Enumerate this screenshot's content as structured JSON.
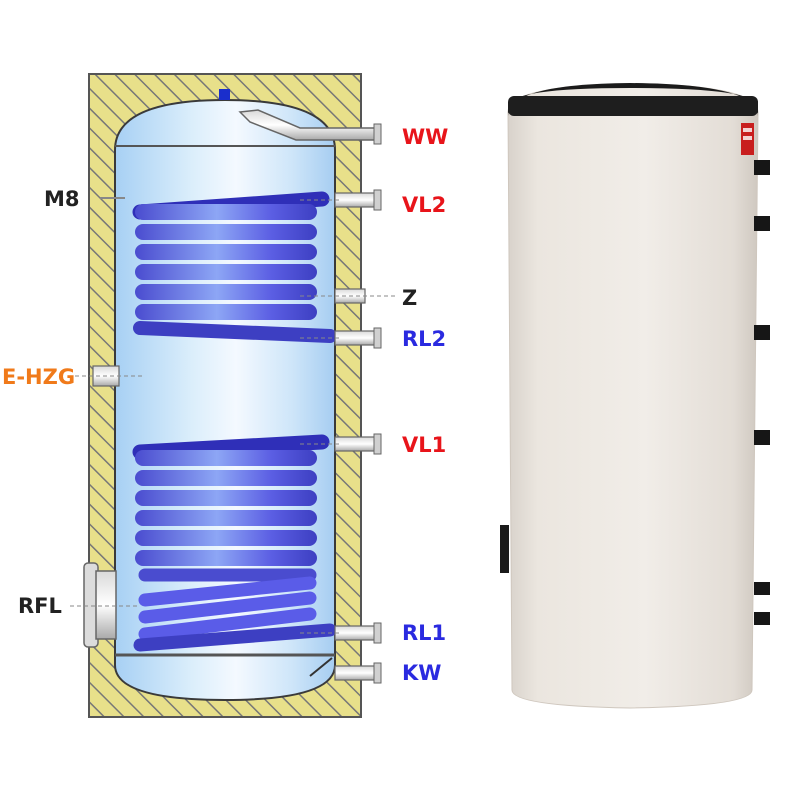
{
  "labels": {
    "ww": "WW",
    "vl2": "VL2",
    "z": "Z",
    "rl2": "RL2",
    "vl1": "VL1",
    "rl1": "RL1",
    "kw": "KW",
    "m8": "M8",
    "ehzg": "E-HZG",
    "rfl": "RFL"
  },
  "colors": {
    "supply": "#e8141a",
    "return": "#2a2ae0",
    "neutral": "#222222",
    "heater": "#f07a1a",
    "insulation": "#e8e08a",
    "hatch": "#777777",
    "coil": "#5a5ce8",
    "tank_light": "#e6f1fb",
    "tank_blue": "#9ccaf2",
    "photo_body": "#eee9e3",
    "photo_top": "#1b1b1b"
  }
}
